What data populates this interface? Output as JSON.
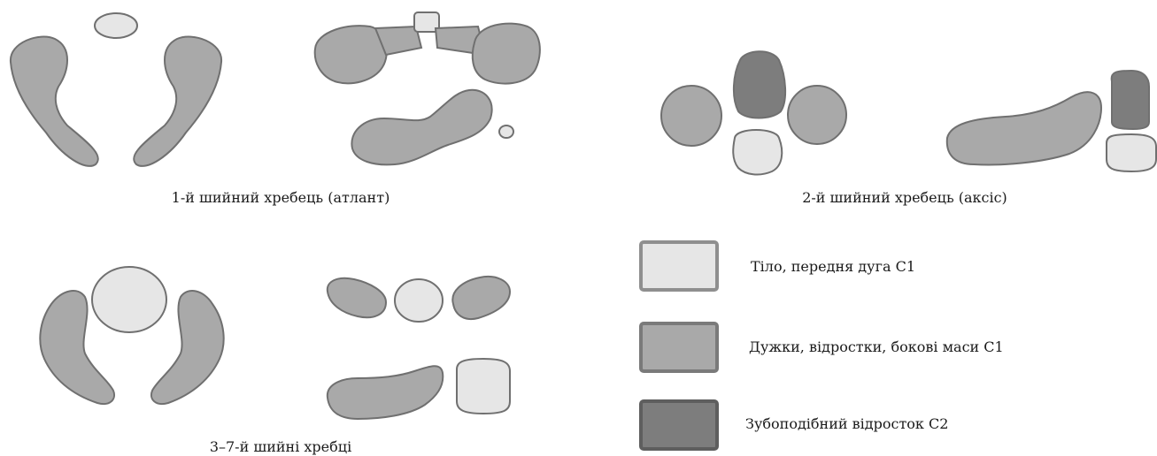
{
  "captions": {
    "atlas": "1-й шийний хребець (атлант)",
    "axis": "2-й шийний хребець (аксіс)",
    "lower": "3–7-й шийні хребці"
  },
  "legend": [
    {
      "label": "Тіло, передня дуга С1",
      "fill": "#e6e6e6",
      "stroke": "#8f8f8f"
    },
    {
      "label": "Дужки, відростки, бокові маси С1",
      "fill": "#a9a9a9",
      "stroke": "#7a7a7a"
    },
    {
      "label": "Зубоподібний відросток С2",
      "fill": "#7d7d7d",
      "stroke": "#5e5e5e"
    }
  ],
  "colors": {
    "body": "#e6e6e6",
    "arch": "#a9a9a9",
    "dens": "#7d7d7d",
    "outline": "#6f6f6f"
  }
}
